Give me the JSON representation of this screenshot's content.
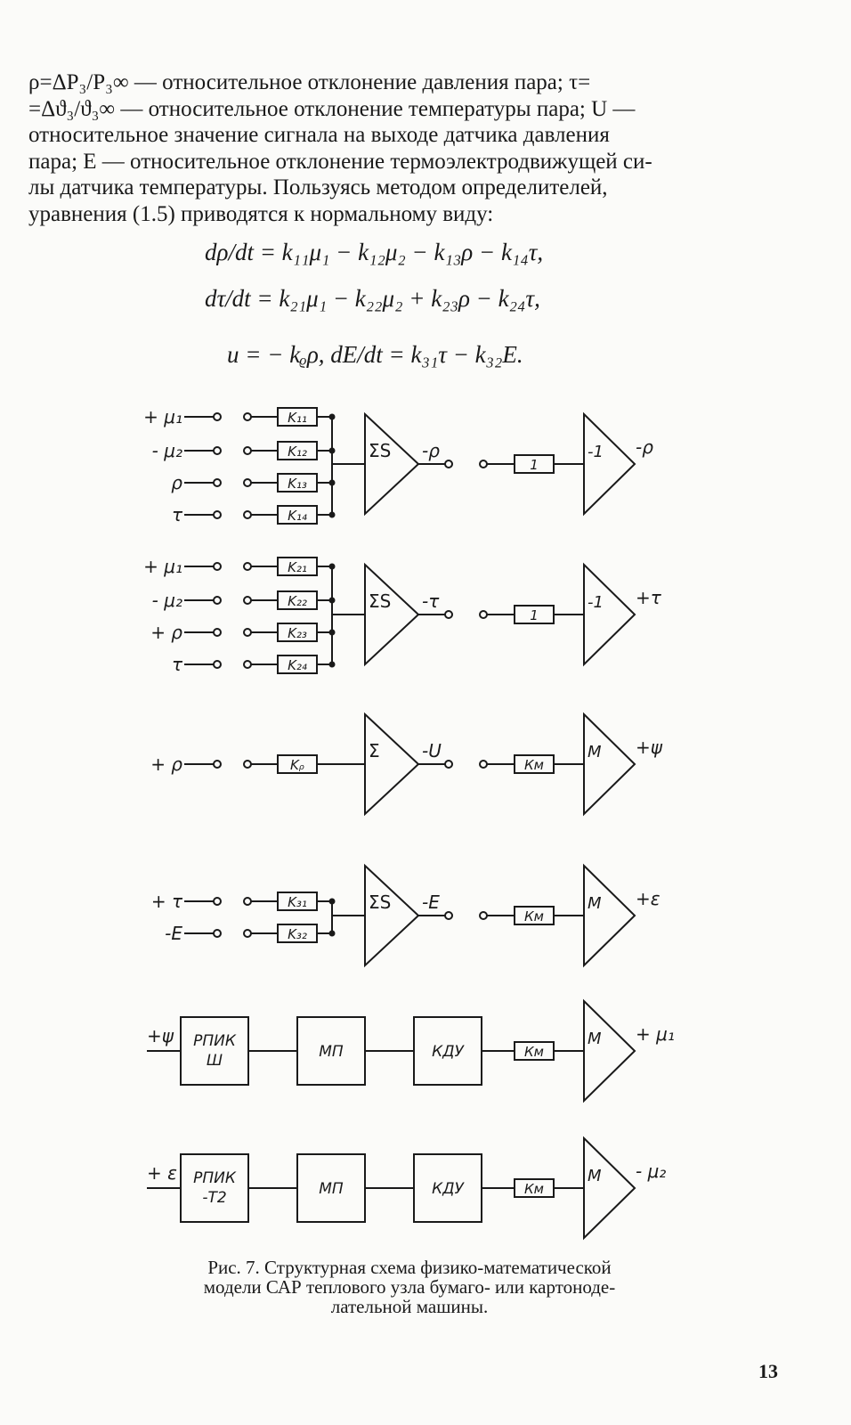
{
  "body_lines": [
    "ρ=ΔP₃/P₃∞ — относительное отклонение давления пара; τ=",
    "=Δϑ₃/ϑ₃∞ — относительное отклонение температуры пара; U —",
    "относительное значение сигнала на выходе датчика давления",
    "пара; Е — относительное отклонение термоэлектродвижущей си-",
    "лы датчика температуры. Пользуясь методом определителей,",
    "уравнения (1.5) приводятся к нормальному виду:"
  ],
  "equations": [
    "dρ/dt = k₁₁μ₁ − k₁₂μ₂ − k₁₃ρ − k₁₄τ,",
    "dτ/dt = k₂₁μ₁ − k₂₂μ₂ + k₂₃ρ − k₂₄τ,",
    "u = − kᵨρ,  dE/dt = k₃₁τ − k₃₂E."
  ],
  "diagram": {
    "group1": {
      "inputs": [
        "+ μ₁",
        "- μ₂",
        "ρ",
        "τ"
      ],
      "gains": [
        "K₁₁",
        "K₁₂",
        "K₁₃",
        "K₁₄"
      ],
      "summer": "ΣS",
      "summer_out": "-ρ",
      "inv_gain": "1",
      "inv": "-1",
      "inv_out": "-ρ"
    },
    "group2": {
      "inputs": [
        "+ μ₁",
        "- μ₂",
        "+ ρ",
        "τ"
      ],
      "gains": [
        "K₂₁",
        "K₂₂",
        "K₂₃",
        "K₂₄"
      ],
      "summer": "ΣS",
      "summer_out": "-τ",
      "inv_gain": "1",
      "inv": "-1",
      "inv_out": "+τ"
    },
    "group3": {
      "inputs": [
        "+ ρ"
      ],
      "gains": [
        "Kᵨ"
      ],
      "summer": "Σ",
      "summer_out": "-U",
      "inv_gain": "Км",
      "inv": "М",
      "inv_out": "+ψ"
    },
    "group4": {
      "inputs": [
        "+ τ",
        "-Е"
      ],
      "gains": [
        "K₃₁",
        "K₃₂"
      ],
      "summer": "ΣS",
      "summer_out": "-Е",
      "inv_gain": "Км",
      "inv": "М",
      "inv_out": "+ε"
    },
    "chain1": {
      "input": "+ψ",
      "block1_l1": "РПИК",
      "block1_l2": "Ш",
      "block2": "МП",
      "block3": "КДУ",
      "gain": "Км",
      "amp": "М",
      "out": "+ μ₁"
    },
    "chain2": {
      "input": "+ ε",
      "block1_l1": "РПИК",
      "block1_l2": "-Т2",
      "block2": "МП",
      "block3": "КДУ",
      "gain": "Км",
      "amp": "М",
      "out": "- μ₂"
    }
  },
  "caption_lines": [
    "Рис. 7. Структурная схема физико-математической",
    "модели САР теплового узла бумаго- или картоноде-",
    "лательной машины."
  ],
  "page_number": "13"
}
